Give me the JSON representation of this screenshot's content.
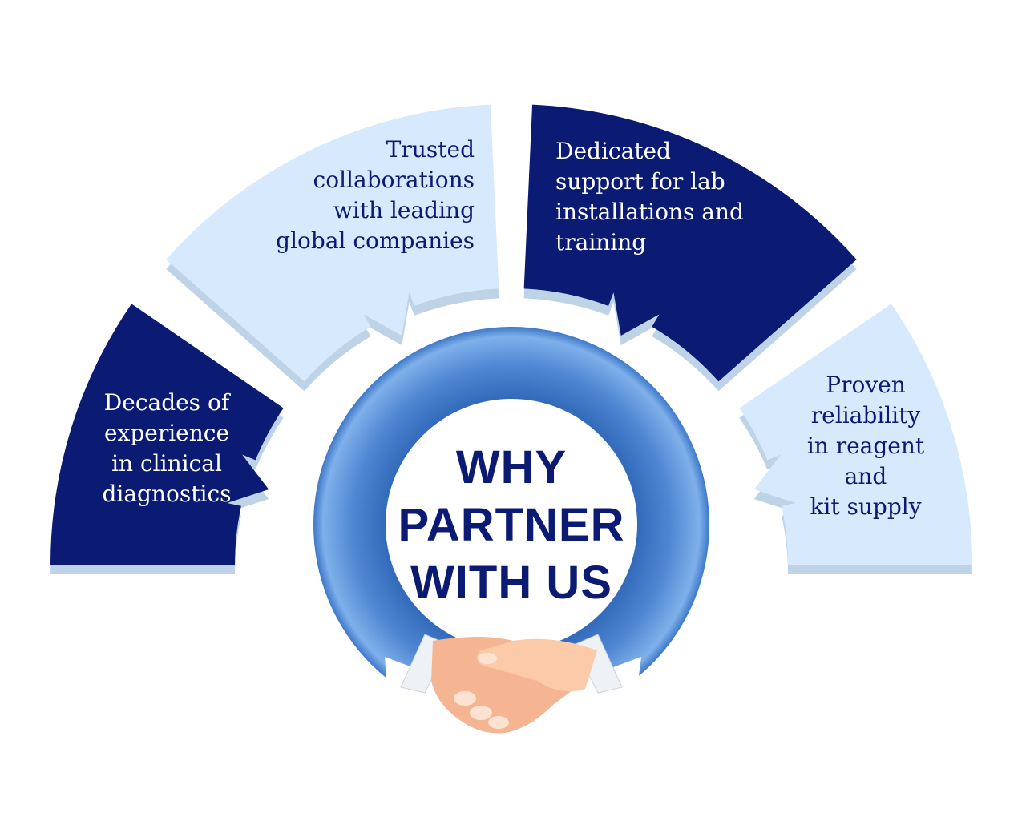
{
  "title": {
    "lines": [
      "WHY",
      "PARTNER",
      "WITH US"
    ]
  },
  "segments": [
    {
      "id": "experience",
      "lines": [
        "Decades of",
        "experience",
        "in clinical",
        "diagnostics"
      ]
    },
    {
      "id": "collaborations",
      "lines": [
        "Trusted",
        "collaborations",
        "with leading",
        "global companies"
      ]
    },
    {
      "id": "support",
      "lines": [
        "Dedicated",
        "support for lab",
        "installations and",
        "training"
      ]
    },
    {
      "id": "supply",
      "lines": [
        "Proven",
        "reliability",
        "in reagent",
        "and",
        "kit supply"
      ]
    }
  ],
  "colors": {
    "dark": "#0b1a73",
    "light": "#d7e9fc",
    "shadow": "#bfd3e6",
    "ring": "#3d78c9",
    "ring_light": "#7fb0ea"
  }
}
